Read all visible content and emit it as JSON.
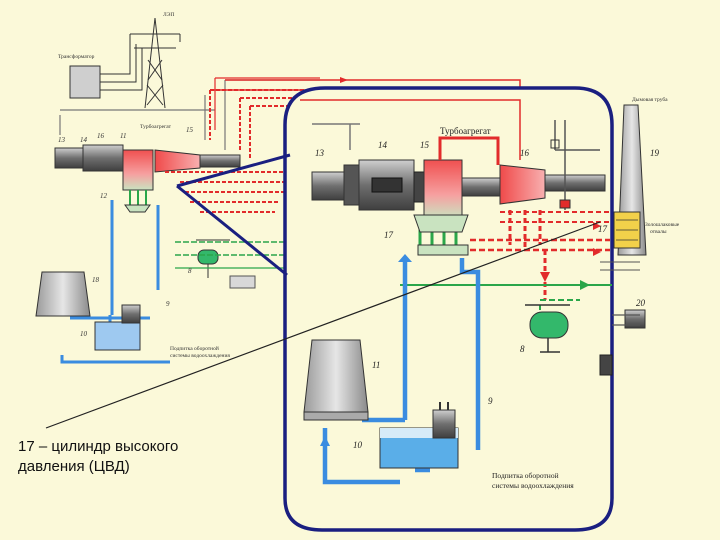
{
  "caption": "17 – цилиндр высокого\nдавления (ЦВД)",
  "small_scheme": {
    "labels": {
      "lep": "ЛЭП",
      "transformer": "Трансформатор",
      "turbounit": "Турбоагрегат",
      "cooling": "Подпитка оборотной\nсистемы водоохлаждения"
    },
    "numbers": [
      "16",
      "11",
      "12",
      "15",
      "14",
      "18",
      "8",
      "9",
      "10",
      "13"
    ]
  },
  "zoom_scheme": {
    "labels": {
      "turbounit": "Турбоагрегат",
      "cooling_1": "Подпитка оборотной",
      "cooling_2": "системы водоохлаждения",
      "chimney": "Дымовая труба",
      "ash": "Золошлаковые\nотвалы"
    },
    "numbers": [
      "13",
      "14",
      "15",
      "16",
      "17",
      "17",
      "11",
      "10",
      "9",
      "8",
      "20",
      "19"
    ]
  },
  "colors": {
    "steam": "#e22b2b",
    "water": "#3a8ce0",
    "frame": "#1a1f80",
    "green_line": "#2aa64a",
    "background": "#fbf9d9"
  }
}
